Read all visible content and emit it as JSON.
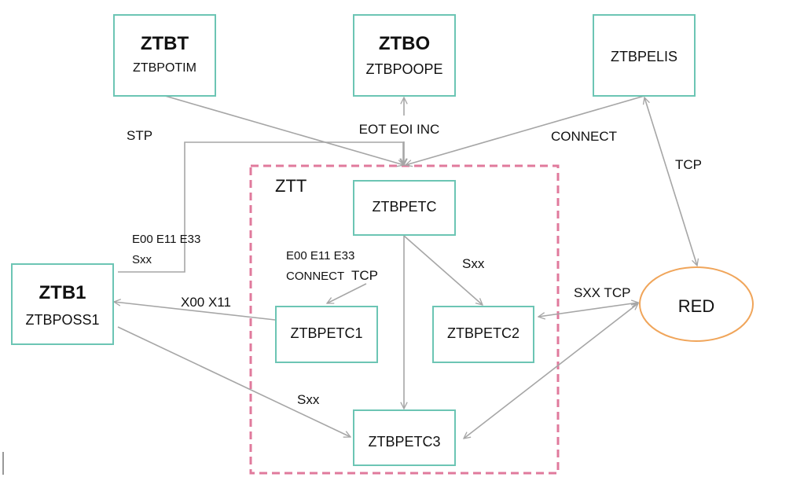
{
  "diagram": {
    "colors": {
      "box_border": "#6cc5b4",
      "group_border": "#e07a9c",
      "red_border": "#f0a55a",
      "edge": "#a6a6a6",
      "text": "#111111"
    },
    "group": {
      "label": "ZTT"
    },
    "nodes": {
      "ztbt": {
        "title": "ZTBT",
        "subtitle": "ZTBPOTIM"
      },
      "ztbo": {
        "title": "ZTBO",
        "subtitle": "ZTBPOOPE"
      },
      "ztbpelis": {
        "title": "ZTBPELIS"
      },
      "ztb1": {
        "title": "ZTB1",
        "subtitle": "ZTBPOSS1"
      },
      "ztbpetc": {
        "title": "ZTBPETC"
      },
      "ztbpetc1": {
        "title": "ZTBPETC1"
      },
      "ztbpetc2": {
        "title": "ZTBPETC2"
      },
      "ztbpetc3": {
        "title": "ZTBPETC3"
      },
      "red": {
        "title": "RED"
      }
    },
    "edge_labels": {
      "stp": "STP",
      "eot_eoi_inc": "EOT EOI INC",
      "connect": "CONNECT",
      "tcp": "TCP",
      "e00_e11_e33_left": "E00 E11 E33",
      "sxx_left": "Sxx",
      "e00_e11_e33_inner": "E00 E11 E33",
      "connect_tcp_inner_connect": "CONNECT",
      "connect_tcp_inner_tcp": "TCP",
      "sxx_inner": "Sxx",
      "sxx_tcp": "SXX TCP",
      "x00_x11": "X00 X11",
      "sxx_bottom": "Sxx"
    }
  }
}
